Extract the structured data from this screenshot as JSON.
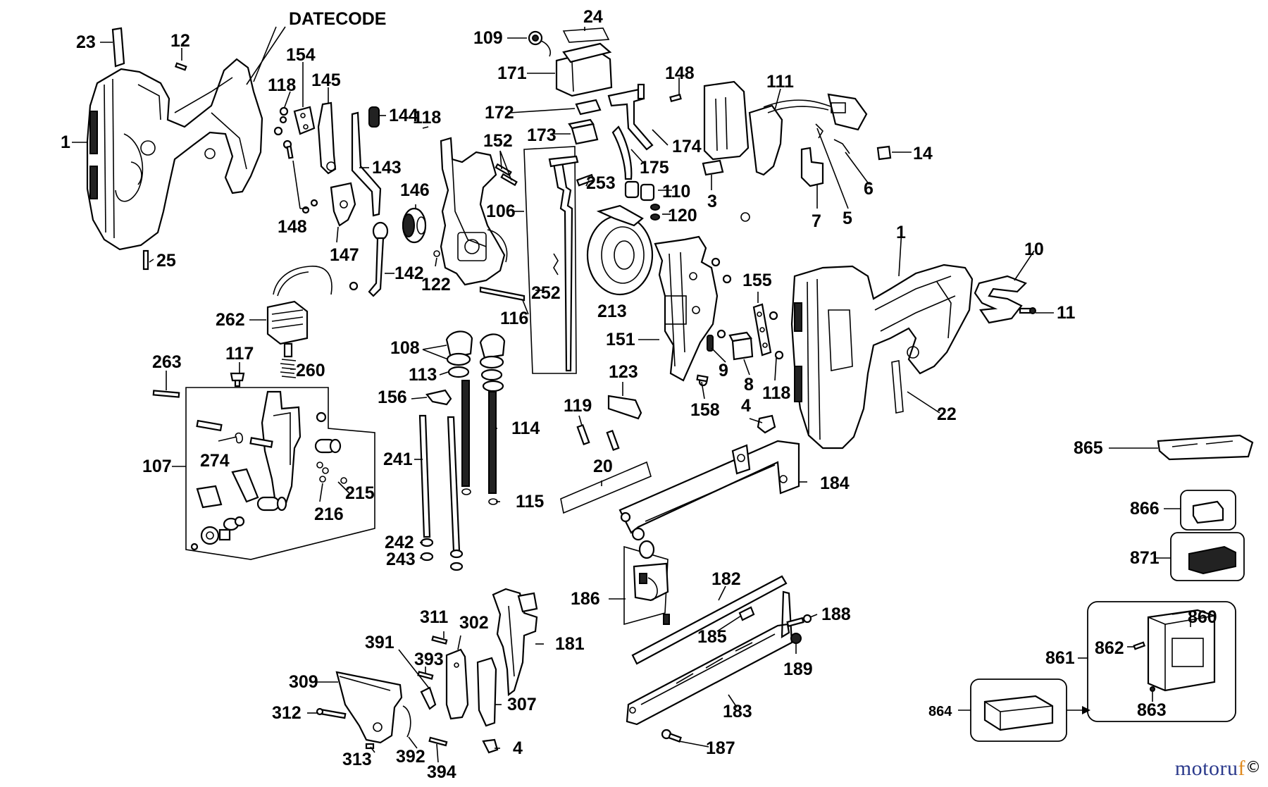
{
  "diagram": {
    "datecode_label": "DATECODE",
    "callouts": [
      {
        "id": "c-23",
        "text": "23"
      },
      {
        "id": "c-12",
        "text": "12"
      },
      {
        "id": "c-154",
        "text": "154"
      },
      {
        "id": "c-118a",
        "text": "118"
      },
      {
        "id": "c-145",
        "text": "145"
      },
      {
        "id": "c-144",
        "text": "144"
      },
      {
        "id": "c-118b",
        "text": "118"
      },
      {
        "id": "c-1a",
        "text": "1"
      },
      {
        "id": "c-143",
        "text": "143"
      },
      {
        "id": "c-146",
        "text": "146"
      },
      {
        "id": "c-148a",
        "text": "148"
      },
      {
        "id": "c-147",
        "text": "147"
      },
      {
        "id": "c-25",
        "text": "25"
      },
      {
        "id": "c-142",
        "text": "142"
      },
      {
        "id": "c-122",
        "text": "122"
      },
      {
        "id": "c-109",
        "text": "109"
      },
      {
        "id": "c-24",
        "text": "24"
      },
      {
        "id": "c-171",
        "text": "171"
      },
      {
        "id": "c-172",
        "text": "172"
      },
      {
        "id": "c-173",
        "text": "173"
      },
      {
        "id": "c-152",
        "text": "152"
      },
      {
        "id": "c-106",
        "text": "106"
      },
      {
        "id": "c-253",
        "text": "253"
      },
      {
        "id": "c-252",
        "text": "252"
      },
      {
        "id": "c-116",
        "text": "116"
      },
      {
        "id": "c-148b",
        "text": "148"
      },
      {
        "id": "c-174",
        "text": "174"
      },
      {
        "id": "c-175",
        "text": "175"
      },
      {
        "id": "c-110",
        "text": "110"
      },
      {
        "id": "c-120",
        "text": "120"
      },
      {
        "id": "c-213",
        "text": "213"
      },
      {
        "id": "c-111",
        "text": "111"
      },
      {
        "id": "c-3",
        "text": "3"
      },
      {
        "id": "c-7",
        "text": "7"
      },
      {
        "id": "c-5",
        "text": "5"
      },
      {
        "id": "c-6",
        "text": "6"
      },
      {
        "id": "c-14",
        "text": "14"
      },
      {
        "id": "c-1b",
        "text": "1"
      },
      {
        "id": "c-10",
        "text": "10"
      },
      {
        "id": "c-11",
        "text": "11"
      },
      {
        "id": "c-155",
        "text": "155"
      },
      {
        "id": "c-151",
        "text": "151"
      },
      {
        "id": "c-9",
        "text": "9"
      },
      {
        "id": "c-8",
        "text": "8"
      },
      {
        "id": "c-118c",
        "text": "118"
      },
      {
        "id": "c-22",
        "text": "22"
      },
      {
        "id": "c-158",
        "text": "158"
      },
      {
        "id": "c-4a",
        "text": "4"
      },
      {
        "id": "c-262",
        "text": "262"
      },
      {
        "id": "c-263",
        "text": "263"
      },
      {
        "id": "c-117",
        "text": "117"
      },
      {
        "id": "c-260",
        "text": "260"
      },
      {
        "id": "c-107",
        "text": "107"
      },
      {
        "id": "c-274",
        "text": "274"
      },
      {
        "id": "c-215",
        "text": "215"
      },
      {
        "id": "c-216",
        "text": "216"
      },
      {
        "id": "c-108",
        "text": "108"
      },
      {
        "id": "c-113",
        "text": "113"
      },
      {
        "id": "c-156",
        "text": "156"
      },
      {
        "id": "c-114",
        "text": "114"
      },
      {
        "id": "c-241",
        "text": "241"
      },
      {
        "id": "c-115",
        "text": "115"
      },
      {
        "id": "c-242",
        "text": "242"
      },
      {
        "id": "c-243",
        "text": "243"
      },
      {
        "id": "c-123",
        "text": "123"
      },
      {
        "id": "c-119",
        "text": "119"
      },
      {
        "id": "c-20",
        "text": "20"
      },
      {
        "id": "c-184",
        "text": "184"
      },
      {
        "id": "c-186",
        "text": "186"
      },
      {
        "id": "c-182",
        "text": "182"
      },
      {
        "id": "c-185",
        "text": "185"
      },
      {
        "id": "c-188",
        "text": "188"
      },
      {
        "id": "c-189",
        "text": "189"
      },
      {
        "id": "c-183",
        "text": "183"
      },
      {
        "id": "c-187",
        "text": "187"
      },
      {
        "id": "c-311",
        "text": "311"
      },
      {
        "id": "c-302",
        "text": "302"
      },
      {
        "id": "c-181",
        "text": "181"
      },
      {
        "id": "c-391",
        "text": "391"
      },
      {
        "id": "c-393",
        "text": "393"
      },
      {
        "id": "c-309",
        "text": "309"
      },
      {
        "id": "c-307",
        "text": "307"
      },
      {
        "id": "c-312",
        "text": "312"
      },
      {
        "id": "c-313",
        "text": "313"
      },
      {
        "id": "c-392",
        "text": "392"
      },
      {
        "id": "c-394",
        "text": "394"
      },
      {
        "id": "c-4b",
        "text": "4"
      },
      {
        "id": "c-865",
        "text": "865"
      },
      {
        "id": "c-866",
        "text": "866"
      },
      {
        "id": "c-871",
        "text": "871"
      },
      {
        "id": "c-860",
        "text": "860"
      },
      {
        "id": "c-862",
        "text": "862"
      },
      {
        "id": "c-861",
        "text": "861"
      },
      {
        "id": "c-863",
        "text": "863"
      },
      {
        "id": "c-864",
        "text": "864"
      }
    ]
  },
  "watermark": {
    "prefix": "motoru",
    "accent": "f"
  },
  "corner_icon": "©"
}
